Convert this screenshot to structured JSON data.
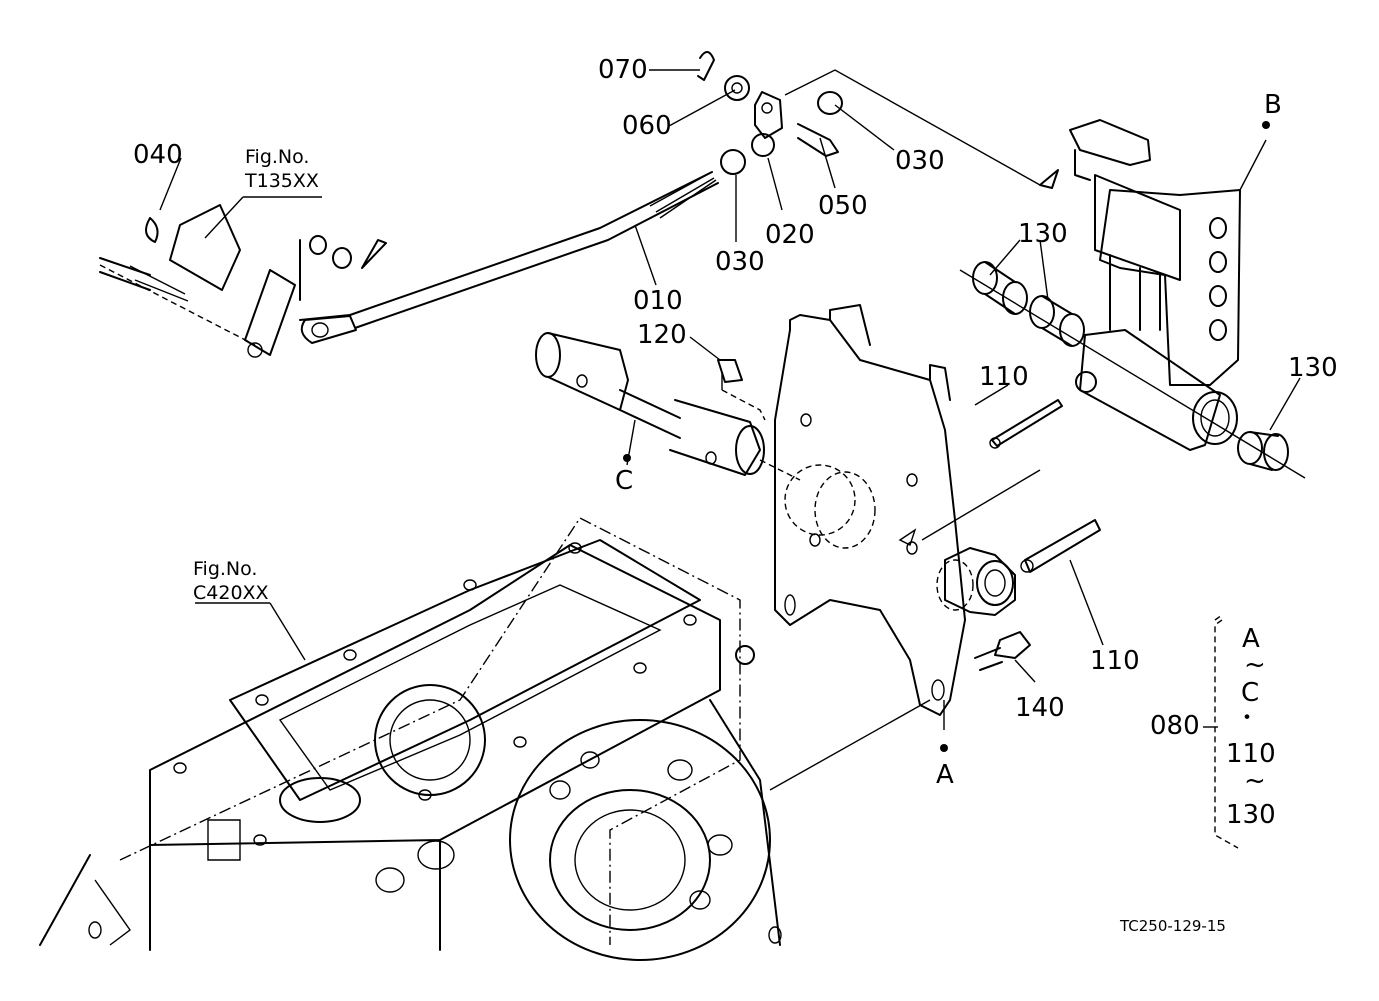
{
  "drawing_code": "TC250-129-15",
  "fig_refs": [
    {
      "line1": "Fig.No.",
      "line2": "T135XX"
    },
    {
      "line1": "Fig.No.",
      "line2": "C420XX"
    }
  ],
  "part_labels": {
    "p010": "010",
    "p020": "020",
    "p030a": "030",
    "p030b": "030",
    "p040": "040",
    "p050": "050",
    "p060": "060",
    "p070": "070",
    "p110a": "110",
    "p110b": "110",
    "p120": "120",
    "p130a": "130",
    "p130b": "130",
    "p140": "140"
  },
  "reference_points": {
    "a": "A",
    "b": "B",
    "c": "C"
  },
  "assembly": {
    "number": "080",
    "items": [
      "A",
      "~",
      "C",
      "・",
      "110",
      "~",
      "130"
    ]
  }
}
